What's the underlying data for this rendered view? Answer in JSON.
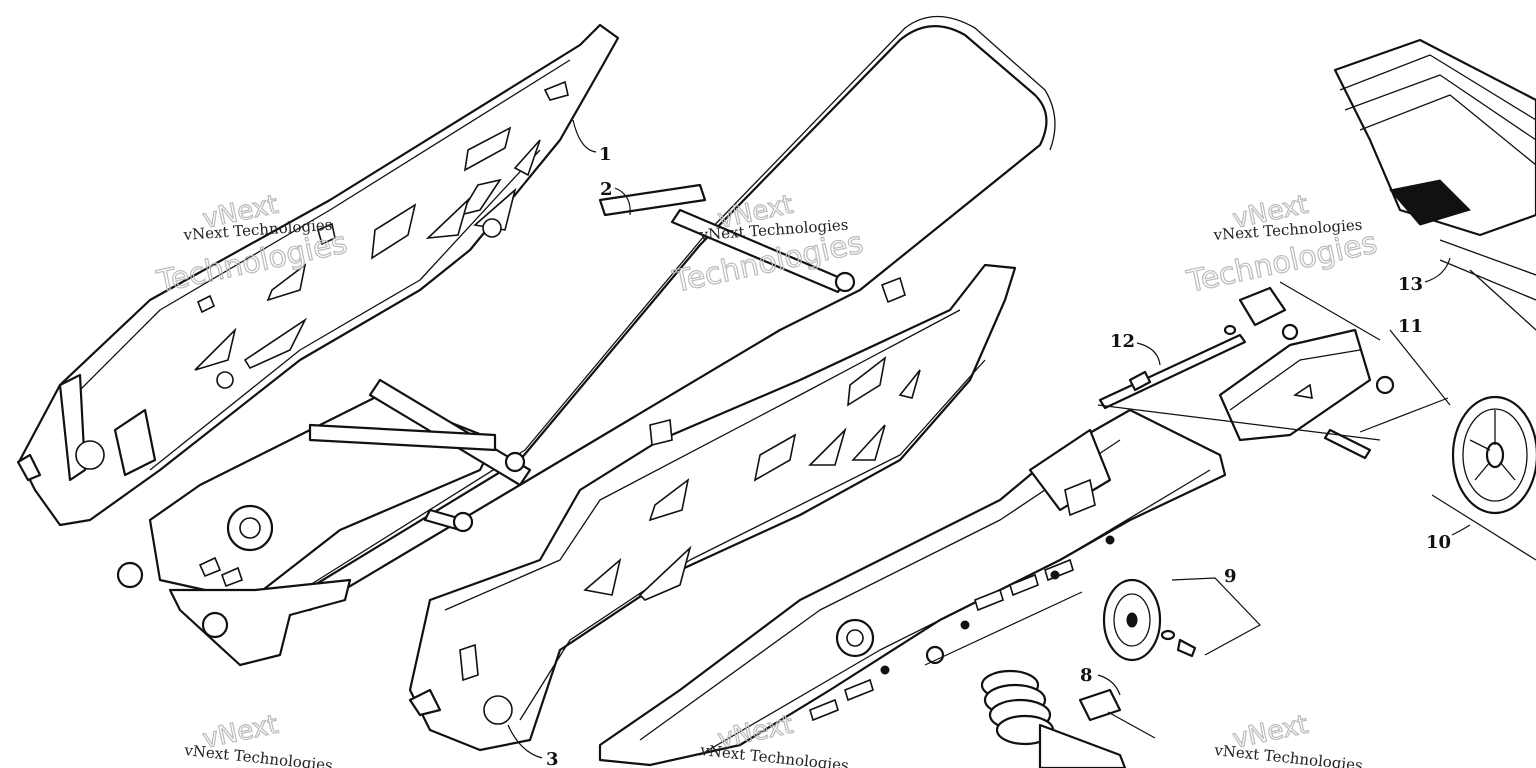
{
  "diagram": {
    "callouts": [
      "1",
      "2",
      "3",
      "8",
      "9",
      "10",
      "11",
      "12",
      "13"
    ],
    "watermark": {
      "line1": "vNext Technologies",
      "line2": "vNext",
      "line3": "Technologies"
    }
  }
}
